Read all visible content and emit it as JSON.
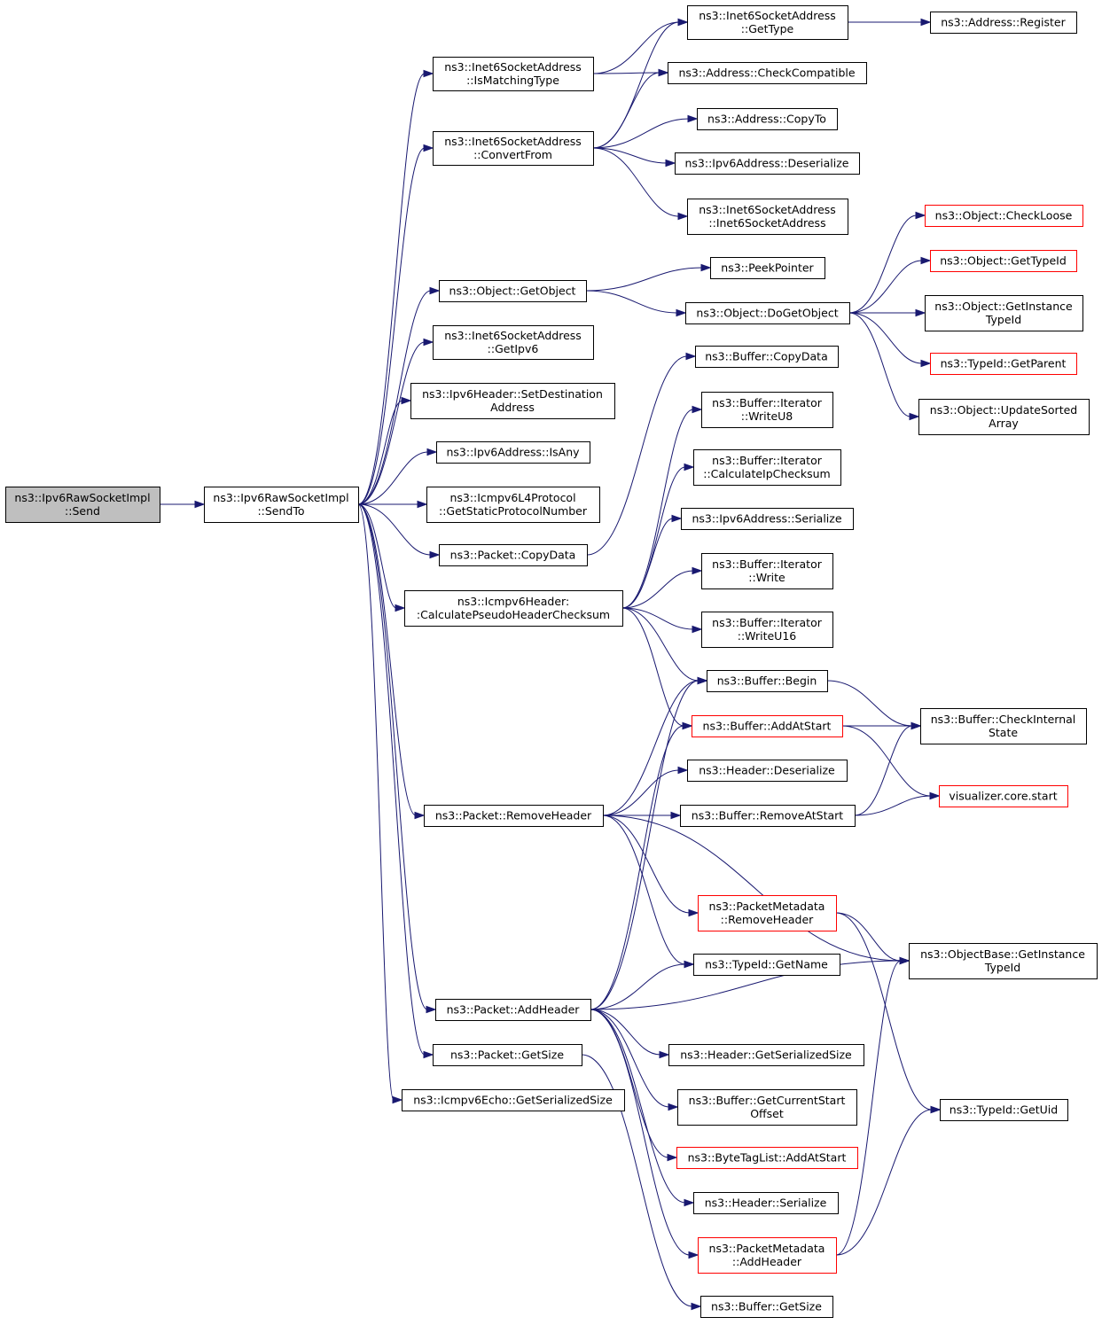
{
  "nodes": [
    {
      "id": "send",
      "lines": [
        "ns3::Ipv6RawSocketImpl",
        "::Send"
      ],
      "style": "root"
    },
    {
      "id": "sendto",
      "lines": [
        "ns3::Ipv6RawSocketImpl",
        "::SendTo"
      ],
      "style": "normal"
    },
    {
      "id": "ismatching",
      "lines": [
        "ns3::Inet6SocketAddress",
        "::IsMatchingType"
      ],
      "style": "normal"
    },
    {
      "id": "convertfrom",
      "lines": [
        "ns3::Inet6SocketAddress",
        "::ConvertFrom"
      ],
      "style": "normal"
    },
    {
      "id": "getobject",
      "lines": [
        "ns3::Object::GetObject"
      ],
      "style": "normal"
    },
    {
      "id": "getipv6",
      "lines": [
        "ns3::Inet6SocketAddress",
        "::GetIpv6"
      ],
      "style": "normal"
    },
    {
      "id": "setdest",
      "lines": [
        "ns3::Ipv6Header::SetDestination",
        "Address"
      ],
      "style": "normal"
    },
    {
      "id": "isany",
      "lines": [
        "ns3::Ipv6Address::IsAny"
      ],
      "style": "normal"
    },
    {
      "id": "getstaticproto",
      "lines": [
        "ns3::Icmpv6L4Protocol",
        "::GetStaticProtocolNumber"
      ],
      "style": "normal"
    },
    {
      "id": "pkt_copydata",
      "lines": [
        "ns3::Packet::CopyData"
      ],
      "style": "normal"
    },
    {
      "id": "calcpseudo",
      "lines": [
        "ns3::Icmpv6Header:",
        ":CalculatePseudoHeaderChecksum"
      ],
      "style": "normal"
    },
    {
      "id": "removeheader",
      "lines": [
        "ns3::Packet::RemoveHeader"
      ],
      "style": "normal"
    },
    {
      "id": "addheader",
      "lines": [
        "ns3::Packet::AddHeader"
      ],
      "style": "normal"
    },
    {
      "id": "pkt_getsize",
      "lines": [
        "ns3::Packet::GetSize"
      ],
      "style": "normal"
    },
    {
      "id": "echo_getser",
      "lines": [
        "ns3::Icmpv6Echo::GetSerializedSize"
      ],
      "style": "normal"
    },
    {
      "id": "gettype",
      "lines": [
        "ns3::Inet6SocketAddress",
        "::GetType"
      ],
      "style": "normal"
    },
    {
      "id": "checkcompat",
      "lines": [
        "ns3::Address::CheckCompatible"
      ],
      "style": "normal"
    },
    {
      "id": "copyto",
      "lines": [
        "ns3::Address::CopyTo"
      ],
      "style": "normal"
    },
    {
      "id": "ipv6_deser",
      "lines": [
        "ns3::Ipv6Address::Deserialize"
      ],
      "style": "normal"
    },
    {
      "id": "inet6ctor",
      "lines": [
        "ns3::Inet6SocketAddress",
        "::Inet6SocketAddress"
      ],
      "style": "normal"
    },
    {
      "id": "register",
      "lines": [
        "ns3::Address::Register"
      ],
      "style": "normal"
    },
    {
      "id": "peekpointer",
      "lines": [
        "ns3::PeekPointer"
      ],
      "style": "normal"
    },
    {
      "id": "dogetobject",
      "lines": [
        "ns3::Object::DoGetObject"
      ],
      "style": "normal"
    },
    {
      "id": "checkloose",
      "lines": [
        "ns3::Object::CheckLoose"
      ],
      "style": "red"
    },
    {
      "id": "gettypeid",
      "lines": [
        "ns3::Object::GetTypeId"
      ],
      "style": "red"
    },
    {
      "id": "getinsttypeid",
      "lines": [
        "ns3::Object::GetInstance",
        "TypeId"
      ],
      "style": "normal"
    },
    {
      "id": "getparent",
      "lines": [
        "ns3::TypeId::GetParent"
      ],
      "style": "red"
    },
    {
      "id": "updatesorted",
      "lines": [
        "ns3::Object::UpdateSorted",
        "Array"
      ],
      "style": "normal"
    },
    {
      "id": "buf_copydata",
      "lines": [
        "ns3::Buffer::CopyData"
      ],
      "style": "normal"
    },
    {
      "id": "writeu8",
      "lines": [
        "ns3::Buffer::Iterator",
        "::WriteU8"
      ],
      "style": "normal"
    },
    {
      "id": "calcipchk",
      "lines": [
        "ns3::Buffer::Iterator",
        "::CalculateIpChecksum"
      ],
      "style": "normal"
    },
    {
      "id": "ipv6_ser",
      "lines": [
        "ns3::Ipv6Address::Serialize"
      ],
      "style": "normal"
    },
    {
      "id": "it_write",
      "lines": [
        "ns3::Buffer::Iterator",
        "::Write"
      ],
      "style": "normal"
    },
    {
      "id": "writeu16",
      "lines": [
        "ns3::Buffer::Iterator",
        "::WriteU16"
      ],
      "style": "normal"
    },
    {
      "id": "begin",
      "lines": [
        "ns3::Buffer::Begin"
      ],
      "style": "normal"
    },
    {
      "id": "addatstart",
      "lines": [
        "ns3::Buffer::AddAtStart"
      ],
      "style": "red"
    },
    {
      "id": "checkinternal",
      "lines": [
        "ns3::Buffer::CheckInternal",
        "State"
      ],
      "style": "normal"
    },
    {
      "id": "hdr_deser",
      "lines": [
        "ns3::Header::Deserialize"
      ],
      "style": "normal"
    },
    {
      "id": "removeatstart",
      "lines": [
        "ns3::Buffer::RemoveAtStart"
      ],
      "style": "normal"
    },
    {
      "id": "visstart",
      "lines": [
        "visualizer.core.start"
      ],
      "style": "red"
    },
    {
      "id": "pm_removeheader",
      "lines": [
        "ns3::PacketMetadata",
        "::RemoveHeader"
      ],
      "style": "red"
    },
    {
      "id": "objbase_getinst",
      "lines": [
        "ns3::ObjectBase::GetInstance",
        "TypeId"
      ],
      "style": "normal"
    },
    {
      "id": "getname",
      "lines": [
        "ns3::TypeId::GetName"
      ],
      "style": "normal"
    },
    {
      "id": "hdr_getser",
      "lines": [
        "ns3::Header::GetSerializedSize"
      ],
      "style": "normal"
    },
    {
      "id": "getcurstart",
      "lines": [
        "ns3::Buffer::GetCurrentStart",
        "Offset"
      ],
      "style": "normal"
    },
    {
      "id": "bytetag_add",
      "lines": [
        "ns3::ByteTagList::AddAtStart"
      ],
      "style": "red"
    },
    {
      "id": "getuid",
      "lines": [
        "ns3::TypeId::GetUid"
      ],
      "style": "normal"
    },
    {
      "id": "hdr_ser",
      "lines": [
        "ns3::Header::Serialize"
      ],
      "style": "normal"
    },
    {
      "id": "pm_addheader",
      "lines": [
        "ns3::PacketMetadata",
        "::AddHeader"
      ],
      "style": "red"
    },
    {
      "id": "buf_getsize",
      "lines": [
        "ns3::Buffer::GetSize"
      ],
      "style": "normal"
    }
  ],
  "edges": [
    [
      "send",
      "sendto"
    ],
    [
      "sendto",
      "ismatching"
    ],
    [
      "sendto",
      "convertfrom"
    ],
    [
      "sendto",
      "getobject"
    ],
    [
      "sendto",
      "getipv6"
    ],
    [
      "sendto",
      "setdest"
    ],
    [
      "sendto",
      "isany"
    ],
    [
      "sendto",
      "getstaticproto"
    ],
    [
      "sendto",
      "pkt_copydata"
    ],
    [
      "sendto",
      "calcpseudo"
    ],
    [
      "sendto",
      "removeheader"
    ],
    [
      "sendto",
      "addheader"
    ],
    [
      "sendto",
      "pkt_getsize"
    ],
    [
      "sendto",
      "echo_getser"
    ],
    [
      "ismatching",
      "gettype"
    ],
    [
      "ismatching",
      "checkcompat"
    ],
    [
      "convertfrom",
      "gettype"
    ],
    [
      "convertfrom",
      "checkcompat"
    ],
    [
      "convertfrom",
      "copyto"
    ],
    [
      "convertfrom",
      "ipv6_deser"
    ],
    [
      "convertfrom",
      "inet6ctor"
    ],
    [
      "gettype",
      "register"
    ],
    [
      "getobject",
      "peekpointer"
    ],
    [
      "getobject",
      "dogetobject"
    ],
    [
      "dogetobject",
      "checkloose"
    ],
    [
      "dogetobject",
      "gettypeid"
    ],
    [
      "dogetobject",
      "getinsttypeid"
    ],
    [
      "dogetobject",
      "getparent"
    ],
    [
      "dogetobject",
      "updatesorted"
    ],
    [
      "pkt_copydata",
      "buf_copydata"
    ],
    [
      "calcpseudo",
      "writeu8"
    ],
    [
      "calcpseudo",
      "calcipchk"
    ],
    [
      "calcpseudo",
      "ipv6_ser"
    ],
    [
      "calcpseudo",
      "it_write"
    ],
    [
      "calcpseudo",
      "writeu16"
    ],
    [
      "calcpseudo",
      "begin"
    ],
    [
      "calcpseudo",
      "addatstart"
    ],
    [
      "begin",
      "checkinternal"
    ],
    [
      "addatstart",
      "checkinternal"
    ],
    [
      "addatstart",
      "visstart"
    ],
    [
      "removeatstart",
      "checkinternal"
    ],
    [
      "removeatstart",
      "visstart"
    ],
    [
      "removeheader",
      "begin"
    ],
    [
      "removeheader",
      "hdr_deser"
    ],
    [
      "removeheader",
      "removeatstart"
    ],
    [
      "removeheader",
      "pm_removeheader"
    ],
    [
      "removeheader",
      "getname"
    ],
    [
      "removeheader",
      "objbase_getinst"
    ],
    [
      "pm_removeheader",
      "objbase_getinst"
    ],
    [
      "pm_removeheader",
      "getuid"
    ],
    [
      "addheader",
      "begin"
    ],
    [
      "addheader",
      "addatstart"
    ],
    [
      "addheader",
      "getname"
    ],
    [
      "addheader",
      "objbase_getinst"
    ],
    [
      "addheader",
      "hdr_getser"
    ],
    [
      "addheader",
      "getcurstart"
    ],
    [
      "addheader",
      "bytetag_add"
    ],
    [
      "addheader",
      "hdr_ser"
    ],
    [
      "addheader",
      "pm_addheader"
    ],
    [
      "pm_addheader",
      "objbase_getinst"
    ],
    [
      "pm_addheader",
      "getuid"
    ],
    [
      "pkt_getsize",
      "buf_getsize"
    ]
  ]
}
